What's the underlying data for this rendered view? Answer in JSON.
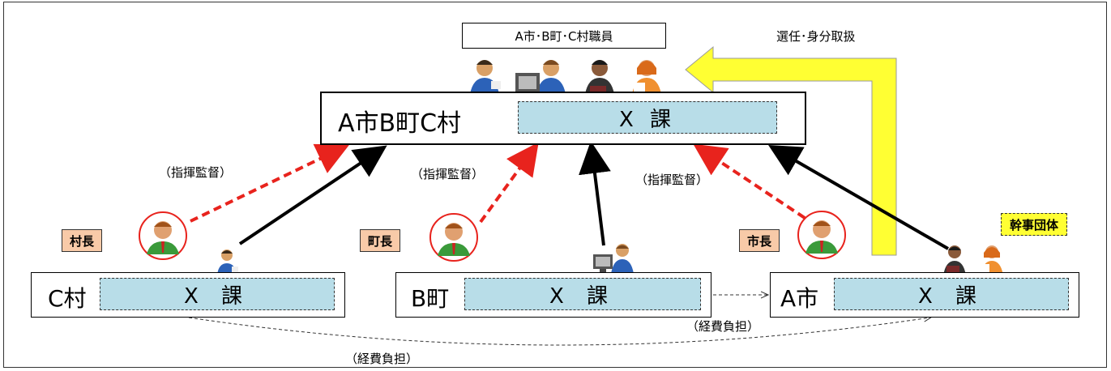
{
  "header": {
    "staff_label": "A市･B町･C村職員",
    "appointment_label": "選任･身分取扱"
  },
  "joint": {
    "name": "A市B町C村",
    "section": "X 課"
  },
  "municipalities": {
    "village": {
      "name": "C村",
      "section": "X 課",
      "head": "村長"
    },
    "town": {
      "name": "B町",
      "section": "X 課",
      "head": "町長"
    },
    "city": {
      "name": "A市",
      "section": "X 課",
      "head": "市長"
    }
  },
  "labels": {
    "supervision_1": "（指揮監督）",
    "supervision_2": "（指揮監督）",
    "supervision_3": "（指揮監督）",
    "secretariat": "幹事団体",
    "cost_share_1": "（経費負担）",
    "cost_share_2": "（経費負担）"
  },
  "colors": {
    "section_fill": "#b8dde8",
    "head_label": "#f8caa8",
    "secretariat_label": "#ffff33",
    "supervision_arrow": "#e8231d",
    "appointment_arrow": "#ffff33",
    "strike": "#e8231d"
  },
  "icons": [
    "person-with-pen-icon",
    "person-at-computer-icon",
    "person-with-briefcase-icon",
    "person-with-documents-icon",
    "head-avatar-icon"
  ]
}
